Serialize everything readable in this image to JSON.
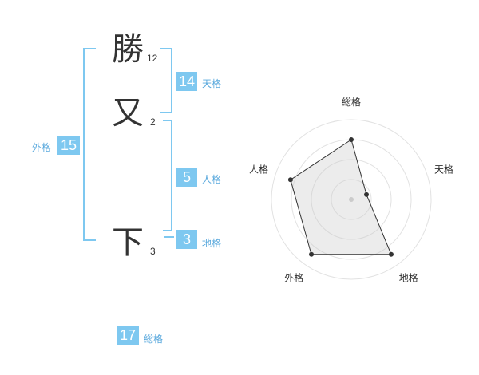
{
  "characters": [
    {
      "char": "勝",
      "strokes": "12"
    },
    {
      "char": "又",
      "strokes": "2"
    },
    {
      "char": "下",
      "strokes": "3"
    }
  ],
  "kaku": {
    "tenkaku": {
      "value": "14",
      "label": "天格"
    },
    "jinkaku": {
      "value": "5",
      "label": "人格"
    },
    "chikaku": {
      "value": "3",
      "label": "地格"
    },
    "gaikaku": {
      "value": "15",
      "label": "外格"
    },
    "soukaku": {
      "value": "17",
      "label": "総格"
    }
  },
  "colors": {
    "accent": "#7ec8f0",
    "label": "#5aa9dd",
    "text": "#333333"
  },
  "chart_data": {
    "type": "radar",
    "axes": [
      "総格",
      "天格",
      "地格",
      "外格",
      "人格"
    ],
    "values": [
      0.75,
      0.2,
      0.85,
      0.85,
      0.8
    ],
    "rings": 4,
    "max": 1
  }
}
